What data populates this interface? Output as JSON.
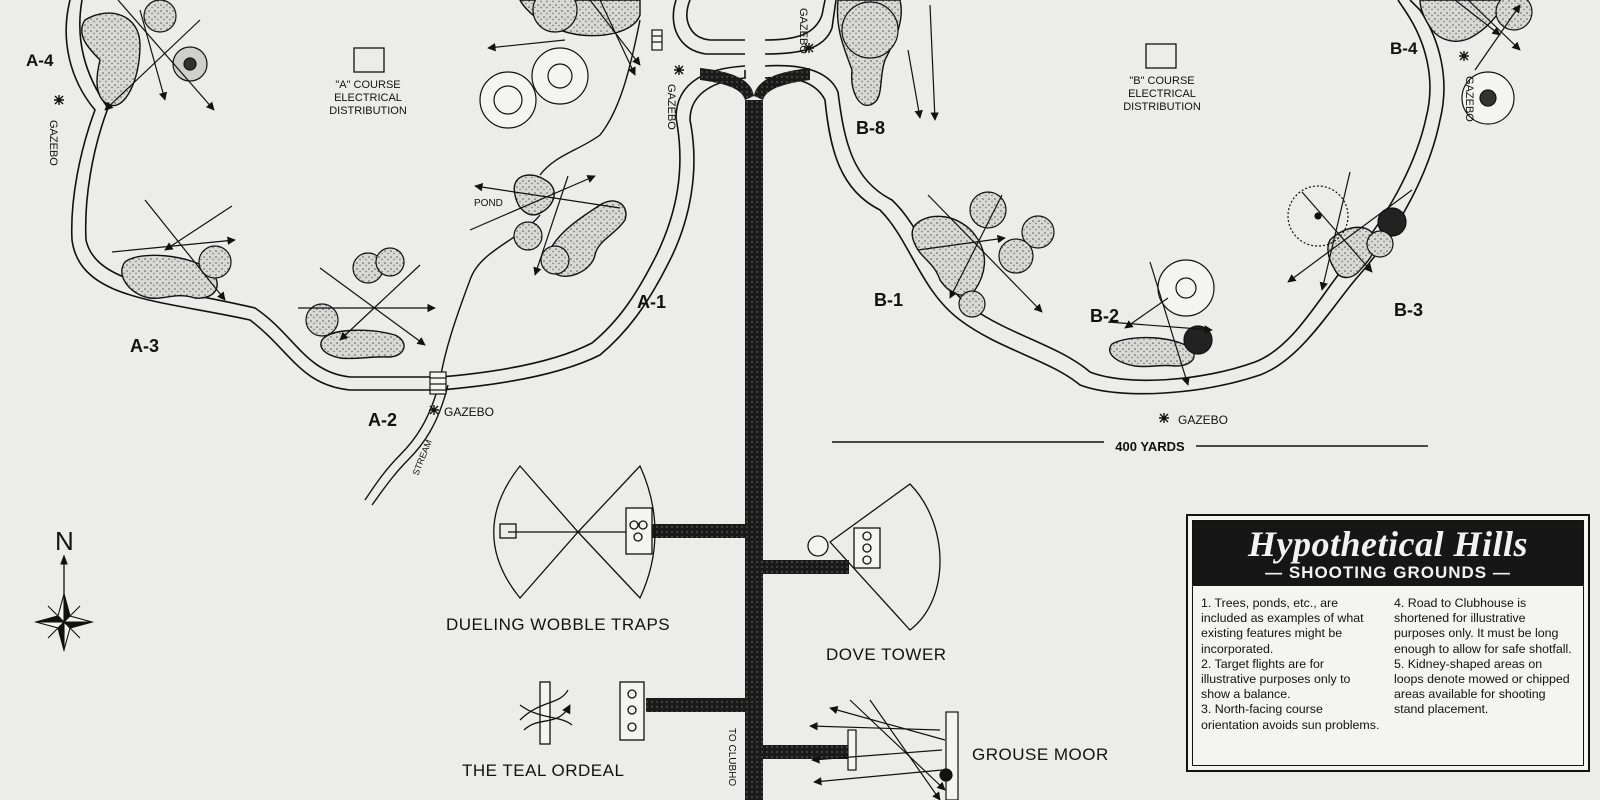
{
  "course_a": {
    "stations": [
      "A-1",
      "A-2",
      "A-3",
      "A-4"
    ],
    "electrical": [
      "\"A\" COURSE",
      "ELECTRICAL",
      "DISTRIBUTION"
    ],
    "gazebo_label": "GAZEBO",
    "pond_label": "POND",
    "stream_label": "STREAM"
  },
  "course_b": {
    "stations": [
      "B-1",
      "B-2",
      "B-3",
      "B-4",
      "B-8"
    ],
    "electrical": [
      "\"B\" COURSE",
      "ELECTRICAL",
      "DISTRIBUTION"
    ],
    "gazebo_label": "GAZEBO"
  },
  "scale_label": "400 YARDS",
  "road_label": "TO CLUBHO",
  "compass_label": "N",
  "facilities": {
    "dueling": "DUELING WOBBLE TRAPS",
    "dove": "DOVE TOWER",
    "teal": "THE TEAL ORDEAL",
    "grouse": "GROUSE MOOR"
  },
  "legend": {
    "title": "Hypothetical Hills",
    "subtitle": "— SHOOTING GROUNDS —",
    "notes": [
      "1. Trees, ponds, etc., are included as examples of what existing features might be incorporated.",
      "2. Target flights are for illustrative purposes only to show a balance.",
      "3. North-facing course orientation avoids sun problems.",
      "4. Road to Clubhouse is shortened for illustrative purposes only. It must be long enough to allow for safe shotfall.",
      "5. Kidney-shaped areas on loops denote mowed or chipped areas available for shooting stand placement."
    ]
  },
  "icons": [
    "compass-rose-icon",
    "gazebo-star-icon",
    "tree-icon",
    "electrical-box-icon",
    "trap-house-icon"
  ]
}
